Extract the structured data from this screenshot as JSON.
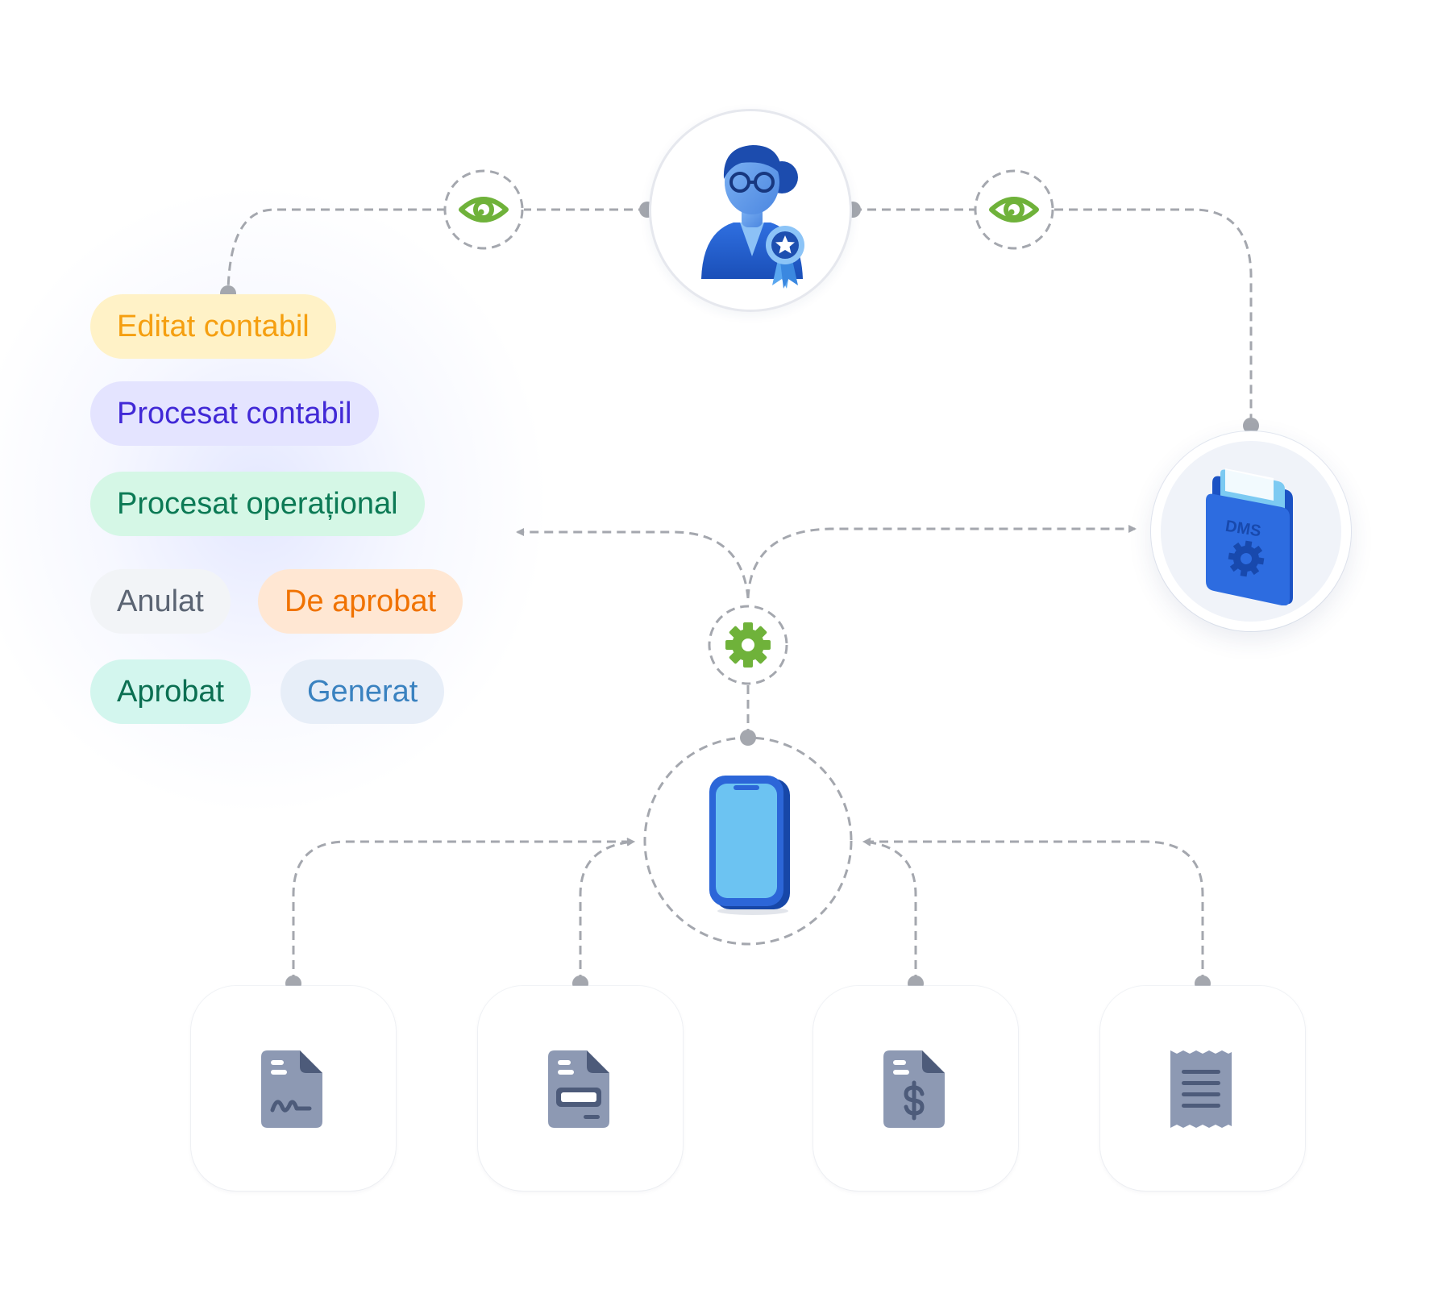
{
  "statuses": [
    {
      "label": "Editat contabil",
      "bg": "#fff2c7",
      "fg": "#f59f10"
    },
    {
      "label": "Procesat contabil",
      "bg": "#e4e4ff",
      "fg": "#4129d6"
    },
    {
      "label": "Procesat operațional",
      "bg": "#d5f7e6",
      "fg": "#0c7a55"
    },
    {
      "label": "Anulat",
      "bg": "#f2f4f7",
      "fg": "#5b6473"
    },
    {
      "label": "De aprobat",
      "bg": "#ffe7d3",
      "fg": "#f07200"
    },
    {
      "label": "Aprobat",
      "bg": "#d3f6ee",
      "fg": "#0b6f52"
    },
    {
      "label": "Generat",
      "bg": "#e7eef8",
      "fg": "#3a82c0"
    }
  ],
  "nodes": {
    "accountant": {
      "icon": "accountant-avatar-icon"
    },
    "dms": {
      "label": "DMS",
      "icon": "dms-folder-icon"
    },
    "phone": {
      "icon": "mobile-phone-icon"
    },
    "processing": {
      "icon": "gear-icon"
    },
    "view_left": {
      "icon": "eye-icon"
    },
    "view_right": {
      "icon": "eye-icon"
    }
  },
  "documents": [
    {
      "icon": "signed-document-icon"
    },
    {
      "icon": "card-document-icon"
    },
    {
      "icon": "invoice-document-icon"
    },
    {
      "icon": "receipt-icon"
    }
  ],
  "colors": {
    "connector": "#a4a7ae",
    "accent_green": "#6fb23a",
    "doc_icon": "#8d99b3",
    "doc_icon_dark": "#4d5b7a",
    "brand_blue": "#1f5fcf"
  }
}
